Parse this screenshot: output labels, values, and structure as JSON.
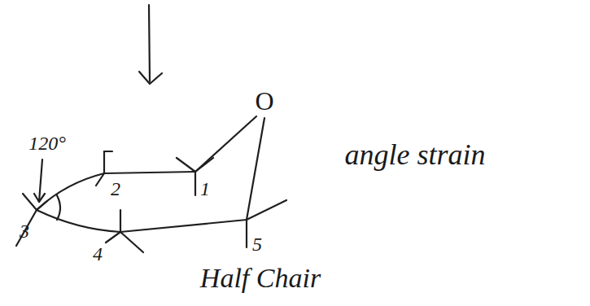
{
  "diagram": {
    "labels": [
      "120°",
      "1",
      "2",
      "3",
      "4",
      "5",
      "O",
      "angle strain",
      "Half Chair"
    ]
  }
}
